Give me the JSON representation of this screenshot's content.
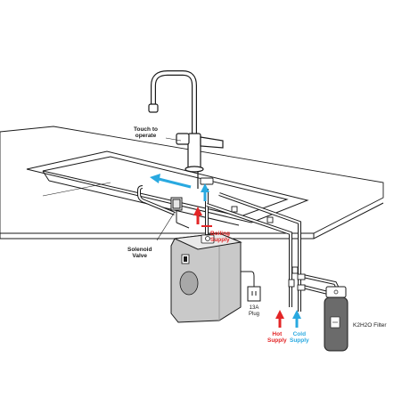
{
  "labels": {
    "touch": "Touch to\noperate",
    "solenoid": "Solenoid\nValve",
    "boiling": "Boiling\nSupply",
    "plug": "13A\nPlug",
    "hot": "Hot\nSupply",
    "cold": "Cold\nSupply",
    "filter": "K2H2O Filter"
  },
  "colors": {
    "line": "#1a1a1a",
    "hot": "#e32526",
    "cold": "#29a9e0",
    "tank": "#c9c9c9",
    "filter": "#6b6b6b"
  },
  "icons": [
    "tap-icon",
    "boiler-tank-icon",
    "filter-cartridge-icon",
    "plug-icon",
    "valve-icon"
  ]
}
